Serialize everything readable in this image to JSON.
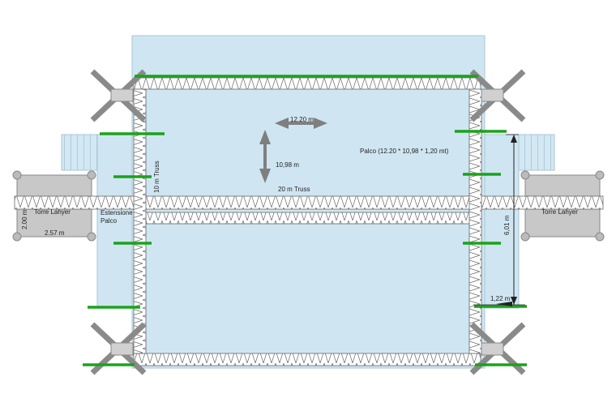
{
  "labels": {
    "stage_label": "Palco (12.20 * 10,98 * 1,20 mt)",
    "width_dim": "12.20 m",
    "depth_dim": "10,98 m",
    "truss_10m": "10 m Truss",
    "truss_20m": "20 m Truss",
    "extension": [
      "Estensione",
      "Palco"
    ],
    "height_dim": "6,01 m",
    "low_dim": "1,22 m",
    "tower_left": "Torre Lahyer",
    "tower_right": "Torre Lahyer",
    "tower_w": "2.57 m",
    "tower_h": "2.00 m"
  },
  "colors": {
    "stage_fill": "#cfe6f2",
    "green_bar": "#1aa31a",
    "truss_line": "#555555",
    "tower_fill": "#c8c8c8",
    "arrow_grey": "#7f7f7f"
  }
}
